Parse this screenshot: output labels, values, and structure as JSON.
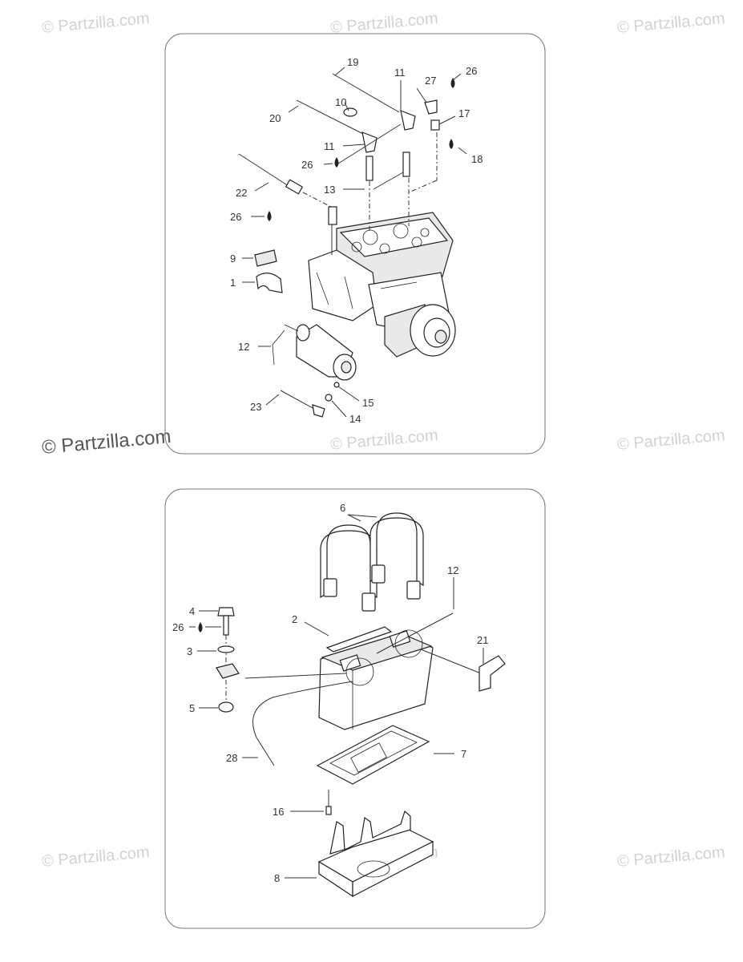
{
  "watermark": {
    "text": "© Partzilla.com"
  },
  "panels": {
    "top": {
      "callouts": [
        {
          "id": "c19",
          "text": "19"
        },
        {
          "id": "c11a",
          "text": "11"
        },
        {
          "id": "c27",
          "text": "27"
        },
        {
          "id": "c26a",
          "text": "26"
        },
        {
          "id": "c10",
          "text": "10"
        },
        {
          "id": "c20",
          "text": "20"
        },
        {
          "id": "c17",
          "text": "17"
        },
        {
          "id": "c11b",
          "text": "11"
        },
        {
          "id": "c18",
          "text": "18"
        },
        {
          "id": "c26b",
          "text": "26"
        },
        {
          "id": "c22",
          "text": "22"
        },
        {
          "id": "c13",
          "text": "13"
        },
        {
          "id": "c26c",
          "text": "26"
        },
        {
          "id": "c9",
          "text": "9"
        },
        {
          "id": "c1",
          "text": "1"
        },
        {
          "id": "c12a",
          "text": "12"
        },
        {
          "id": "c15",
          "text": "15"
        },
        {
          "id": "c23",
          "text": "23"
        },
        {
          "id": "c14",
          "text": "14"
        }
      ]
    },
    "bottom": {
      "callouts": [
        {
          "id": "c6",
          "text": "6"
        },
        {
          "id": "c12b",
          "text": "12"
        },
        {
          "id": "c2",
          "text": "2"
        },
        {
          "id": "c4",
          "text": "4"
        },
        {
          "id": "c26d",
          "text": "26"
        },
        {
          "id": "c3",
          "text": "3"
        },
        {
          "id": "c21",
          "text": "21"
        },
        {
          "id": "c5",
          "text": "5"
        },
        {
          "id": "c28",
          "text": "28"
        },
        {
          "id": "c7",
          "text": "7"
        },
        {
          "id": "c16",
          "text": "16"
        },
        {
          "id": "c8",
          "text": "8"
        }
      ]
    }
  },
  "icons": {
    "sealant": "sealant-drop-icon"
  }
}
